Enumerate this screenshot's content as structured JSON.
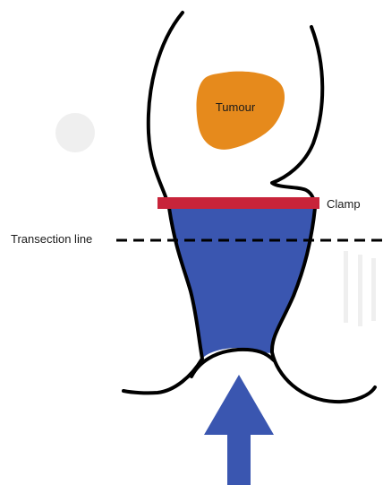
{
  "labels": {
    "tumour": "Tumour",
    "clamp": "Clamp",
    "transection_line": "Transection line"
  },
  "colors": {
    "tumour": "#E68A1C",
    "clamp": "#C8243A",
    "lumen_fill": "#3A56B0",
    "arrow": "#3A56B0",
    "outline": "#000000",
    "ghost": "#EFEFEF"
  },
  "icons": {
    "arrow": "up-arrow-icon"
  }
}
